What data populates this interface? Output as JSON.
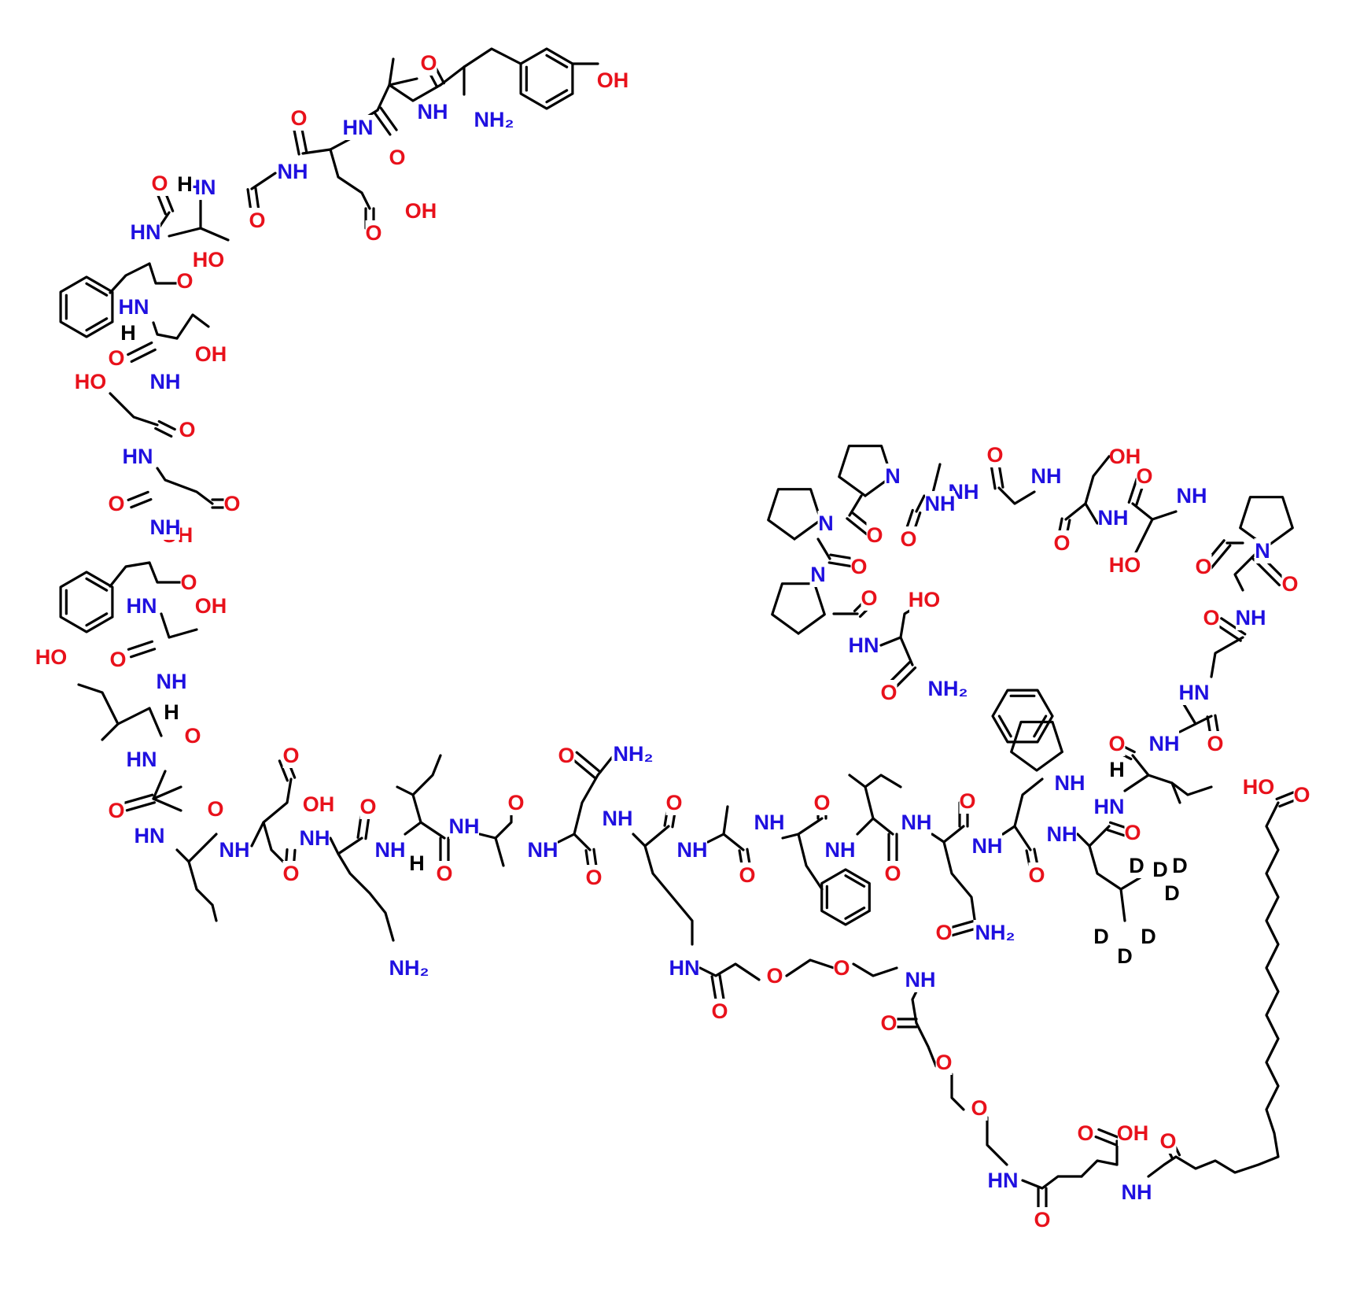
{
  "colors": {
    "O": "#e8111b",
    "N": "#1f10e0",
    "H": "#000000",
    "D": "#000000",
    "bond": "#000000"
  },
  "atom_text": {
    "OH": "OH",
    "O": "O",
    "HO": "HO",
    "NH": "NH",
    "HN": "HN",
    "NH2": "NH₂",
    "N": "N",
    "H": "H",
    "D": "D"
  }
}
